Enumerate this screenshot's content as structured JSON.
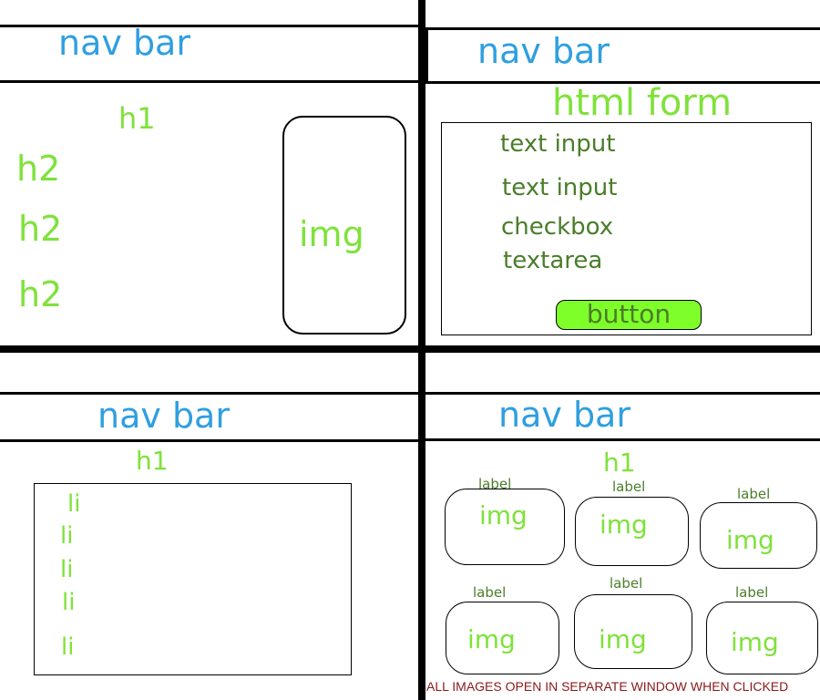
{
  "panels": {
    "top_left": {
      "nav_bar": "nav bar",
      "h1": "h1",
      "headings": [
        "h2",
        "h2",
        "h2"
      ],
      "img": "img"
    },
    "top_right": {
      "nav_bar": "nav bar",
      "form_title": "html form",
      "fields": [
        "text input",
        "text input",
        "checkbox",
        "textarea"
      ],
      "button": "button"
    },
    "bottom_left": {
      "nav_bar": "nav bar",
      "h1": "h1",
      "list_items": [
        "li",
        "li",
        "li",
        "li",
        "li"
      ]
    },
    "bottom_right": {
      "nav_bar": "nav bar",
      "h1": "h1",
      "gallery": [
        {
          "label": "label",
          "img": "img"
        },
        {
          "label": "label",
          "img": "img"
        },
        {
          "label": "label",
          "img": "img"
        },
        {
          "label": "label",
          "img": "img"
        },
        {
          "label": "label",
          "img": "img"
        },
        {
          "label": "label",
          "img": "img"
        }
      ],
      "note": "ALL IMAGES OPEN IN SEPARATE WINDOW WHEN CLICKED"
    }
  },
  "colors": {
    "nav_text": "#2f9fe0",
    "light_green": "#7fe23a",
    "dark_green": "#4a7d2a",
    "button_fill": "#7fff2a",
    "note_text": "#8b1a1a"
  }
}
